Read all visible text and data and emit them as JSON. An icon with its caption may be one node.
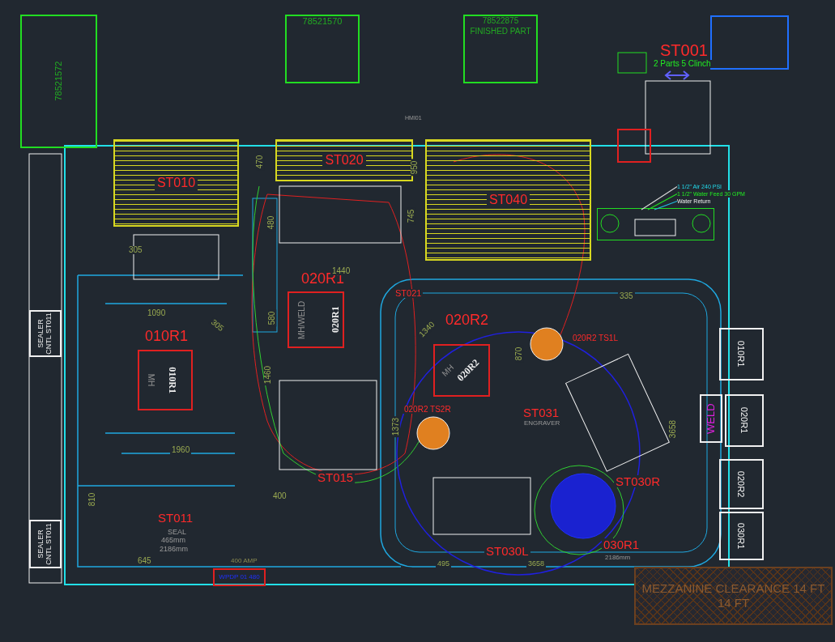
{
  "diagram": {
    "nodes": [
      {
        "text": [
          "78521572"
        ]
      },
      {
        "text": [
          "78521570"
        ]
      },
      {
        "text": [
          "78522875",
          "FINISHED PART"
        ]
      },
      {
        "text": [
          "ST010"
        ]
      },
      {
        "text": [
          "ST020"
        ]
      },
      {
        "text": [
          "ST040"
        ]
      },
      {
        "text": [
          "MH",
          "010R1"
        ],
        "beside": [
          "010R1"
        ]
      },
      {
        "text": [
          "MH/WELD",
          "020R1"
        ],
        "beside": [
          "020R1"
        ]
      },
      {
        "text": [
          "MH",
          "020R2"
        ]
      },
      {
        "text": [
          "SEALER CNTL ST011"
        ]
      },
      {
        "text": [
          "SEALER CNTL ST011"
        ]
      },
      {
        "text": [
          "010R1"
        ]
      },
      {
        "text": [
          "WELD"
        ]
      },
      {
        "text": [
          "020R1"
        ]
      },
      {
        "text": [
          "020R2"
        ]
      },
      {
        "text": [
          "030R1"
        ]
      },
      {
        "text": [
          "MEZZANINE CLEARANCE 14 FT",
          "14 FT"
        ]
      },
      {
        "text": [
          "WPDP 01",
          "480"
        ],
        "beside": [
          "400 AMP"
        ]
      },
      {
        "text": [],
        "shape": "picture"
      },
      {
        "text": [
          "1 1/2\" Air 240 PSI"
        ]
      },
      {
        "text": [
          "1 1/2\" Water Feed 30 GPM"
        ]
      },
      {
        "text": [
          "Water Return"
        ]
      }
    ],
    "edges": [
      {
        "from": 19,
        "to": 18,
        "arrow": "none",
        "color": "#d8d8d8"
      },
      {
        "from": 20,
        "to": 18,
        "arrow": "none",
        "color": "#22dd22"
      },
      {
        "from": 21,
        "to": 18,
        "arrow": "none",
        "color": "#22bbdd"
      }
    ],
    "labels": [
      "ST001",
      "2 Parts 5 Clinch",
      "HMI01",
      "470",
      "480",
      "950",
      "745",
      "305",
      "1440",
      "ST021",
      "1090",
      "305",
      "580",
      "1340",
      "020R2",
      "020R2 TS1L",
      "1460",
      "870",
      "335",
      "020R2 TS2R",
      "ST031",
      "ENGRAVER",
      "1373",
      "1960",
      "3658",
      "ST015",
      "ST030R",
      "400",
      "810",
      "ST011",
      "SEAL",
      "465mm",
      "2186mm",
      "645",
      "ST030L",
      "030R1",
      "495",
      "3658",
      "2186mm"
    ]
  }
}
